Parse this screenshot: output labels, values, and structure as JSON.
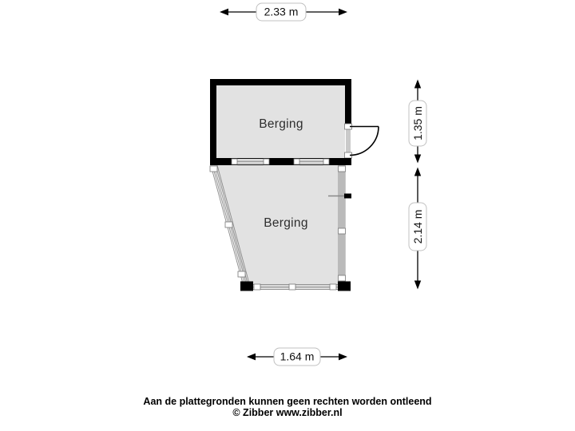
{
  "plan": {
    "rooms": [
      {
        "label": "Berging"
      },
      {
        "label": "Berging"
      }
    ],
    "dimensions": {
      "top": "2.33 m",
      "right_upper": "1.35 m",
      "right_lower": "2.14 m",
      "bottom": "1.64 m"
    },
    "colors": {
      "wall": "#000000",
      "floor": "#e2e2e2",
      "window_line": "#8a8a8a",
      "dim_box_border": "#c0c0c0",
      "background": "#ffffff"
    }
  },
  "footer": {
    "disclaimer": "Aan de plattegronden kunnen geen rechten worden ontleend",
    "copyright": "© Zibber www.zibber.nl"
  }
}
